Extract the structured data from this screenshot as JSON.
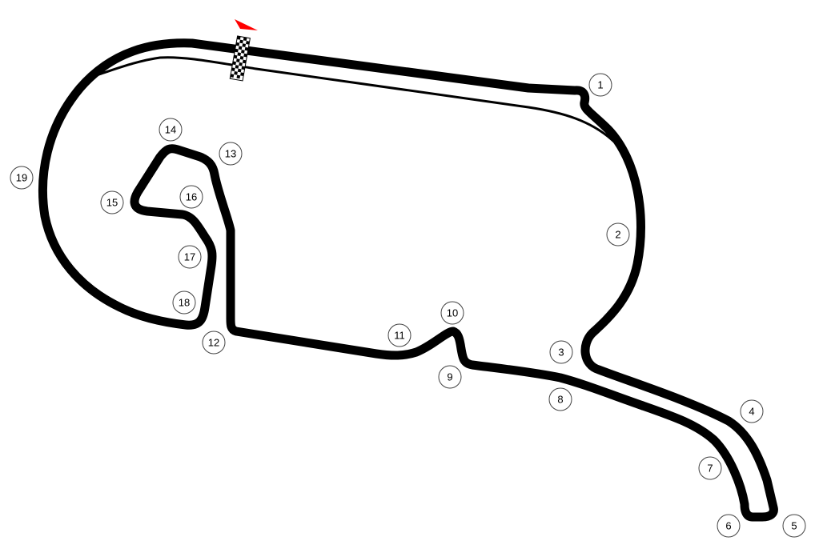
{
  "map": {
    "colors": {
      "background": "#ffffff",
      "track": "#000000",
      "direction_flag": "#ff0000",
      "label_circle_stroke": "#444444"
    },
    "icons": {
      "start_finish": "checkered-flag-icon",
      "direction": "direction-arrow-icon"
    },
    "corners": [
      {
        "id": "c1",
        "label": "1"
      },
      {
        "id": "c2",
        "label": "2"
      },
      {
        "id": "c3",
        "label": "3"
      },
      {
        "id": "c4",
        "label": "4"
      },
      {
        "id": "c5",
        "label": "5"
      },
      {
        "id": "c6",
        "label": "6"
      },
      {
        "id": "c7",
        "label": "7"
      },
      {
        "id": "c8",
        "label": "8"
      },
      {
        "id": "c9",
        "label": "9"
      },
      {
        "id": "c10",
        "label": "10"
      },
      {
        "id": "c11",
        "label": "11"
      },
      {
        "id": "c12",
        "label": "12"
      },
      {
        "id": "c13",
        "label": "13"
      },
      {
        "id": "c14",
        "label": "14"
      },
      {
        "id": "c15",
        "label": "15"
      },
      {
        "id": "c16",
        "label": "16"
      },
      {
        "id": "c17",
        "label": "17"
      },
      {
        "id": "c18",
        "label": "18"
      },
      {
        "id": "c19",
        "label": "19"
      }
    ]
  }
}
